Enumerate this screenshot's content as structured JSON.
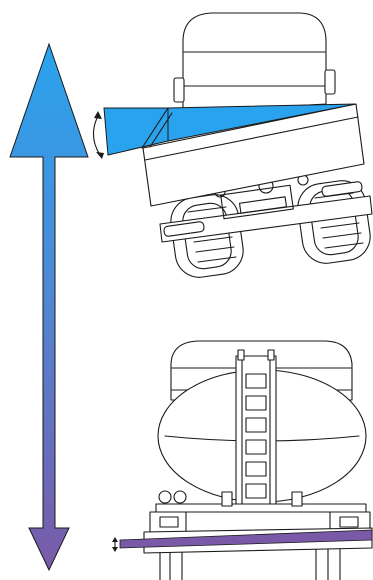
{
  "colors": {
    "arrow_top": "#2aa3ee",
    "arrow_bottom": "#7a5aa8",
    "tilt_highlight_top": "#2aa3ee",
    "tilt_highlight_bottom": "#7a5aa8",
    "outline": "#1a1a1a",
    "background": "#ffffff"
  },
  "figures": [
    {
      "name": "dump-truck-rear-view",
      "state": "large tilt"
    },
    {
      "name": "tanker-truck-rear-view",
      "state": "small tilt"
    }
  ],
  "icons": [
    "double-arrow-icon",
    "curved-tilt-arrow-icon",
    "small-tilt-arrow-icon"
  ]
}
